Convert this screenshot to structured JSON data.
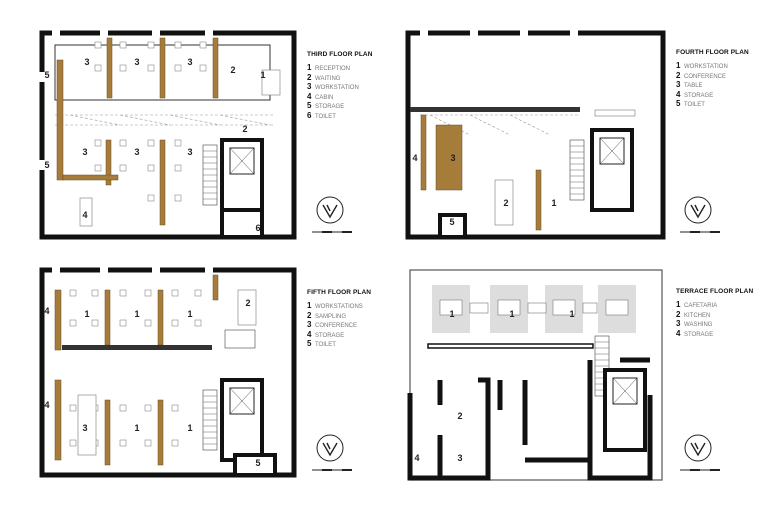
{
  "plans": [
    {
      "title": "THIRD FLOOR PLAN",
      "legend": [
        {
          "num": "1",
          "label": "RECEPTION"
        },
        {
          "num": "2",
          "label": "WAITING"
        },
        {
          "num": "3",
          "label": "WORKSTATION"
        },
        {
          "num": "4",
          "label": "CABIN"
        },
        {
          "num": "5",
          "label": "STORAGE"
        },
        {
          "num": "6",
          "label": "TOILET"
        }
      ],
      "room_labels": [
        "3",
        "3",
        "3",
        "2",
        "1",
        "5",
        "2",
        "3",
        "3",
        "3",
        "5",
        "4",
        "6"
      ]
    },
    {
      "title": "FOURTH FLOOR PLAN",
      "legend": [
        {
          "num": "1",
          "label": "WORKSTATION"
        },
        {
          "num": "2",
          "label": "CONFERENCE"
        },
        {
          "num": "3",
          "label": "TABLE"
        },
        {
          "num": "4",
          "label": "STORAGE"
        },
        {
          "num": "5",
          "label": "TOILET"
        }
      ],
      "room_labels": [
        "3",
        "4",
        "2",
        "1",
        "5"
      ]
    },
    {
      "title": "FIFTH FLOOR PLAN",
      "legend": [
        {
          "num": "1",
          "label": "WORKSTATIONS"
        },
        {
          "num": "2",
          "label": "SAMPLING"
        },
        {
          "num": "3",
          "label": "CONFERENCE"
        },
        {
          "num": "4",
          "label": "STORAGE"
        },
        {
          "num": "5",
          "label": "TOILET"
        }
      ],
      "room_labels": [
        "1",
        "1",
        "1",
        "2",
        "4",
        "4",
        "3",
        "1",
        "1",
        "5"
      ]
    },
    {
      "title": "TERRACE FLOOR PLAN",
      "legend": [
        {
          "num": "1",
          "label": "CAFETARIA"
        },
        {
          "num": "2",
          "label": "KITCHEN"
        },
        {
          "num": "3",
          "label": "WASHING"
        },
        {
          "num": "4",
          "label": "STORAGE"
        }
      ],
      "room_labels": [
        "1",
        "1",
        "1",
        "2",
        "3",
        "4"
      ]
    }
  ],
  "colors": {
    "wall": "#111111",
    "joinery": "#a57c3a",
    "terrace_zone": "#dddddd"
  }
}
